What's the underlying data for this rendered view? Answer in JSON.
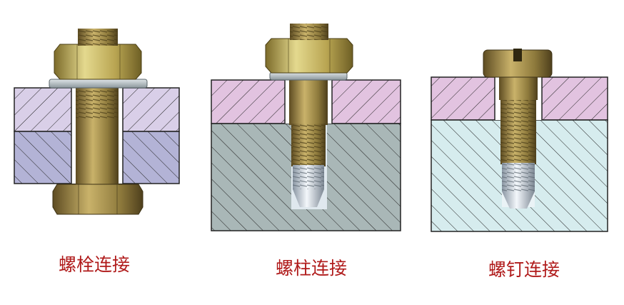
{
  "captions": {
    "bolt": "螺栓连接",
    "stud": "螺柱连接",
    "screw": "螺钉连接"
  },
  "colors": {
    "caption_text": "#b01b1b",
    "upper_plate": "#e2c3e0",
    "lower_plate_bolt": "#b3b3d6",
    "upper_plate_bolt": "#d9cfe8",
    "lower_block_stud": "#a9b7b7",
    "lower_block_screw": "#d6ecee",
    "hatch": "#222222",
    "nut_brass": "#c8b45a",
    "shank_bronze": "#a08a4c",
    "tip_steel": "#c5cfd8"
  }
}
